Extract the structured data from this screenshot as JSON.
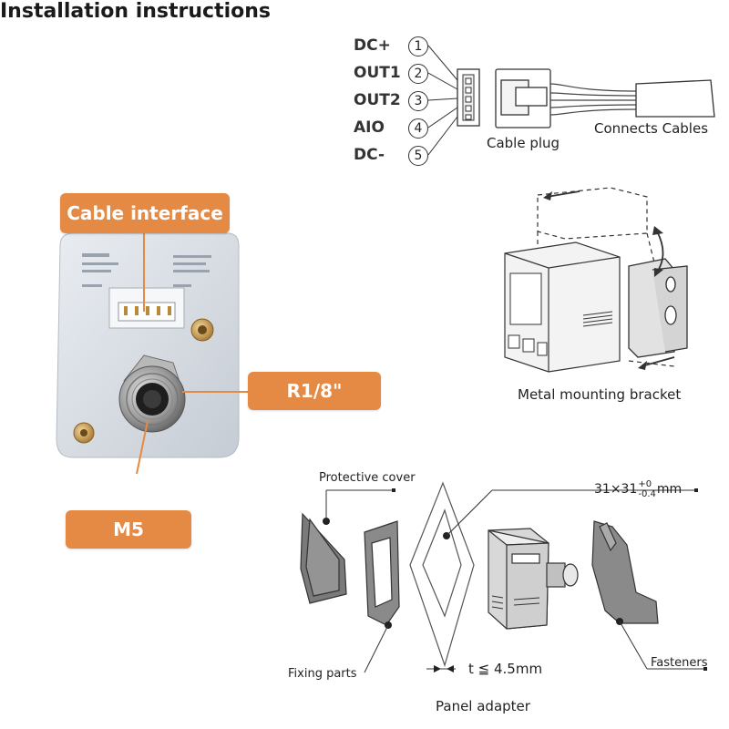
{
  "title": "Installation instructions",
  "pins": [
    {
      "label": "DC+",
      "num": "1"
    },
    {
      "label": "OUT1",
      "num": "2"
    },
    {
      "label": "OUT2",
      "num": "3"
    },
    {
      "label": "AIO",
      "num": "4"
    },
    {
      "label": "DC-",
      "num": "5"
    }
  ],
  "connector": {
    "plug_label": "Cable plug",
    "cables_label": "Connects Cables"
  },
  "device_callouts": {
    "cable_interface": "Cable interface",
    "thread": "R1/8\"",
    "port": "M5"
  },
  "bracket": {
    "caption": "Metal mounting bracket"
  },
  "panel": {
    "protective_cover": "Protective cover",
    "cutout_size": "31×31",
    "tolerance_plus": "+0",
    "tolerance_minus": "-0.4",
    "cutout_unit": "mm",
    "fixing_parts": "Fixing parts",
    "thickness": "t ≦ 4.5mm",
    "fasteners": "Fasteners",
    "caption": "Panel adapter"
  },
  "colors": {
    "accent": "#e58a45",
    "line": "#333333"
  }
}
